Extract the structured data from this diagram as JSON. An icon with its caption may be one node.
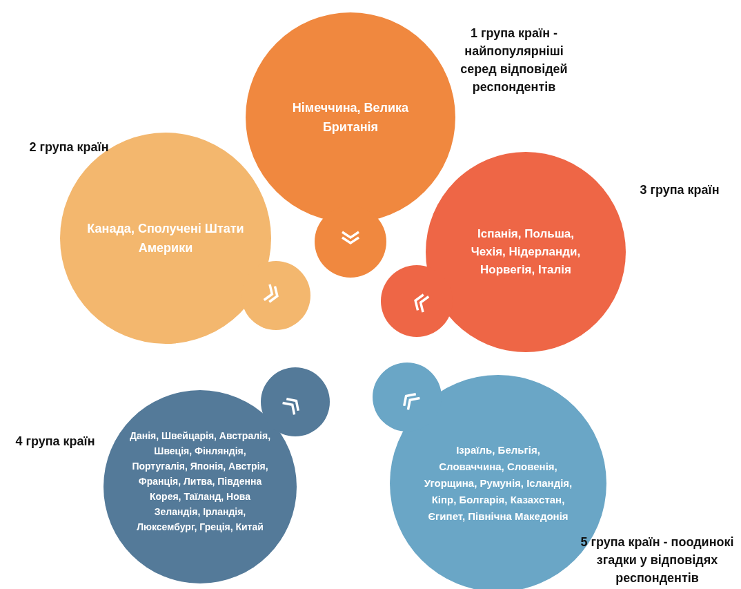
{
  "diagram": {
    "nodes": [
      {
        "text": [
          "Німеччина, Велика Британія"
        ],
        "beside": [
          "1 група країн - найпопулярніші серед відповідей респондентів"
        ]
      },
      {
        "text": [
          "Канада, Сполучені Штати Америки"
        ],
        "beside": [
          "2 група країн"
        ]
      },
      {
        "text": [
          "Іспанія, Польша, Чехія, Нідерланди, Норвегія, Італія"
        ],
        "beside": [
          "3 група країн"
        ]
      },
      {
        "text": [
          "Данія, Швейцарія, Австралія, Швеція, Фінляндія, Португалія, Японія, Австрія, Франція, Литва, Південна Корея, Таїланд, Нова Зеландія, Ірландія, Люксембург, Греція, Китай"
        ],
        "beside": [
          "4 група країн"
        ]
      },
      {
        "text": [
          "Ізраїль, Бельгія, Словаччина, Словенія, Угорщина, Румунія, Ісландія, Кіпр, Болгарія, Казахстан, Єгипет, Північна Македонія"
        ],
        "beside": [
          "5 група країн - поодинокі згадки у відповідях респондентів"
        ]
      }
    ]
  }
}
